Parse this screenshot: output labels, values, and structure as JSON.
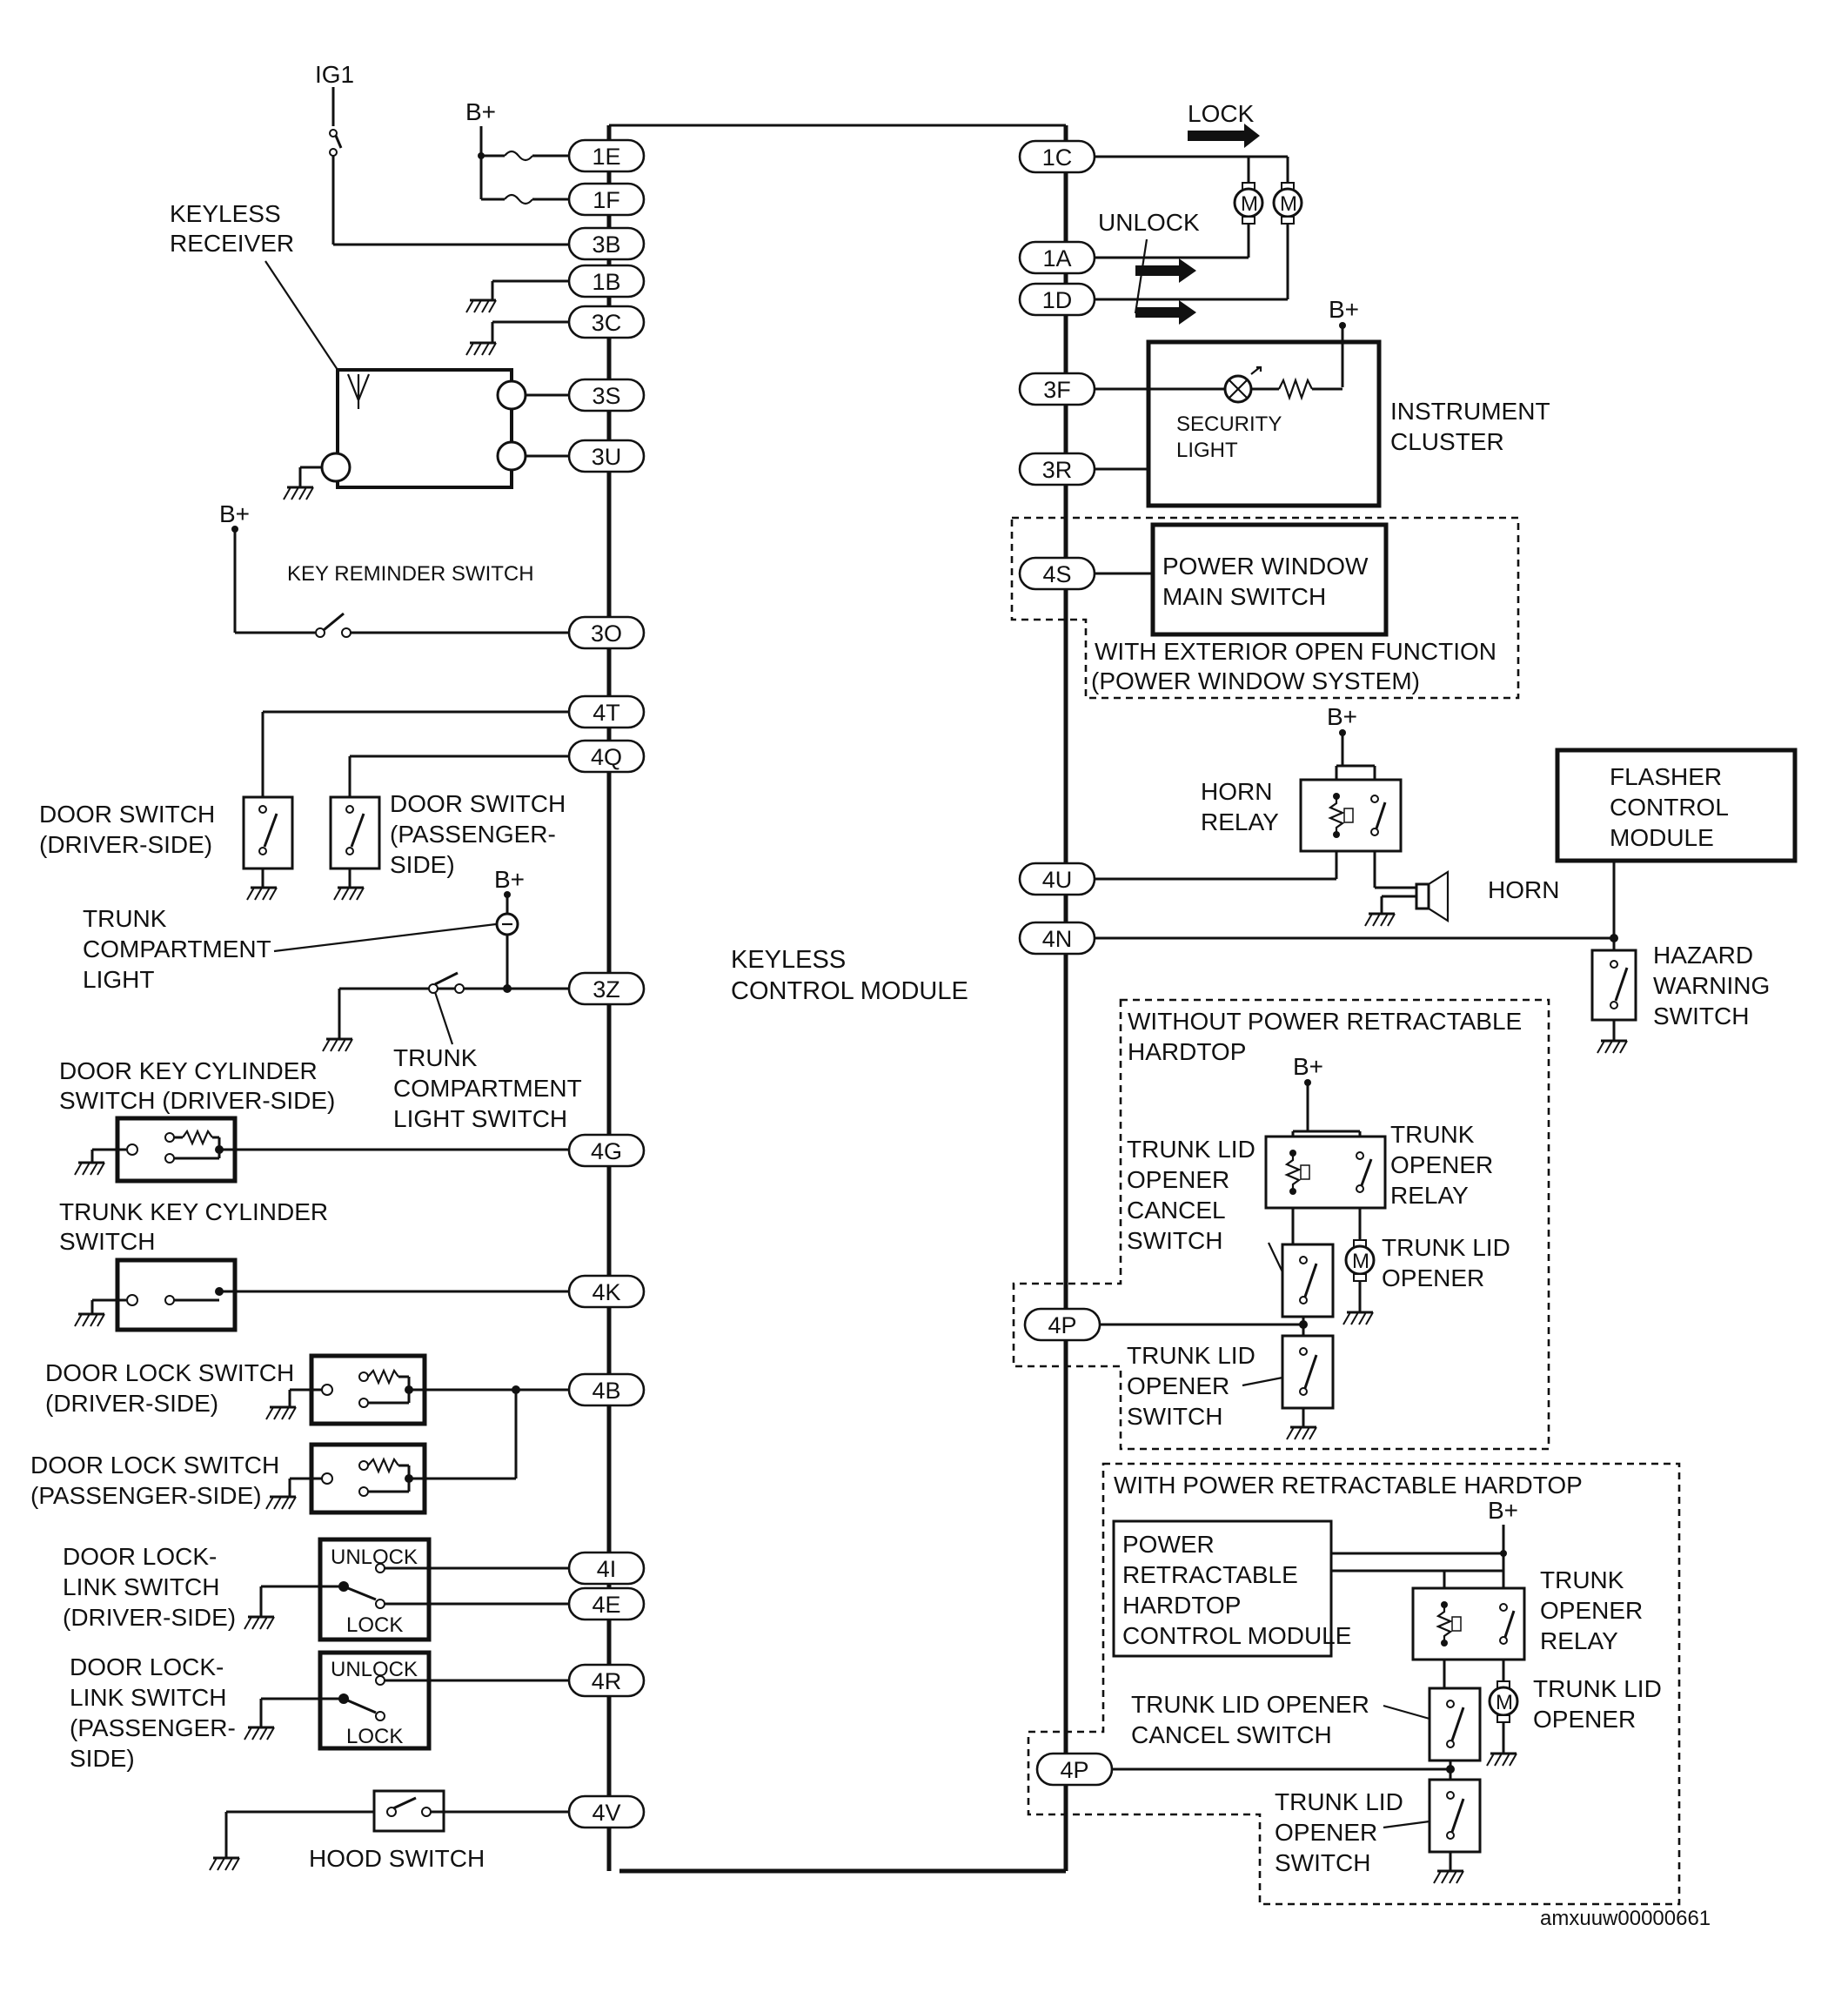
{
  "module": {
    "label_line1": "KEYLESS",
    "label_line2": "CONTROL MODULE"
  },
  "pins_left": {
    "p1E": "1E",
    "p1F": "1F",
    "p3B": "3B",
    "p1B": "1B",
    "p3C": "3C",
    "p3S": "3S",
    "p3U": "3U",
    "p3O": "3O",
    "p4T": "4T",
    "p4Q": "4Q",
    "p3Z": "3Z",
    "p4G": "4G",
    "p4K": "4K",
    "p4B": "4B",
    "p4I": "4I",
    "p4E": "4E",
    "p4R": "4R",
    "p4V": "4V"
  },
  "pins_right": {
    "p1C": "1C",
    "p1A": "1A",
    "p1D": "1D",
    "p3F": "3F",
    "p3R": "3R",
    "p4S": "4S",
    "p4U": "4U",
    "p4N": "4N",
    "p4P_a": "4P",
    "p4P_b": "4P"
  },
  "power": {
    "ig1": "IG1",
    "bplus": "B+"
  },
  "motor_symbol": "M",
  "left_labels": {
    "keyless_receiver": [
      "KEYLESS",
      "RECEIVER"
    ],
    "key_reminder_switch": "KEY REMINDER SWITCH",
    "door_switch_driver": [
      "DOOR SWITCH",
      "(DRIVER-SIDE)"
    ],
    "door_switch_passenger": [
      "DOOR SWITCH",
      "(PASSENGER-",
      "SIDE)"
    ],
    "trunk_compartment_light": [
      "TRUNK",
      "COMPARTMENT",
      "LIGHT"
    ],
    "trunk_compartment_light_switch": [
      "TRUNK",
      "COMPARTMENT",
      "LIGHT SWITCH"
    ],
    "door_key_cylinder_switch": [
      "DOOR KEY CYLINDER",
      "SWITCH (DRIVER-SIDE)"
    ],
    "trunk_key_cylinder_switch": [
      "TRUNK KEY CYLINDER",
      "SWITCH"
    ],
    "door_lock_switch_driver": [
      "DOOR LOCK SWITCH",
      "(DRIVER-SIDE)"
    ],
    "door_lock_switch_passenger": [
      "DOOR LOCK SWITCH",
      "(PASSENGER-SIDE)"
    ],
    "door_lock_link_driver": [
      "DOOR LOCK-",
      "LINK SWITCH",
      "(DRIVER-SIDE)"
    ],
    "door_lock_link_passenger": [
      "DOOR LOCK-",
      "LINK SWITCH",
      "(PASSENGER-",
      "SIDE)"
    ],
    "unlock": "UNLOCK",
    "lock": "LOCK",
    "hood_switch": "HOOD SWITCH"
  },
  "right_labels": {
    "lock": "LOCK",
    "unlock": "UNLOCK",
    "security_light": [
      "SECURITY",
      "LIGHT"
    ],
    "instrument_cluster": [
      "INSTRUMENT",
      "CLUSTER"
    ],
    "power_window_main_switch": [
      "POWER WINDOW",
      "MAIN SWITCH"
    ],
    "with_exterior_open": [
      "WITH EXTERIOR OPEN FUNCTION",
      "(POWER WINDOW SYSTEM)"
    ],
    "horn_relay": [
      "HORN",
      "RELAY"
    ],
    "horn": "HORN",
    "flasher_control_module": [
      "FLASHER",
      "CONTROL",
      "MODULE"
    ],
    "hazard_warning_switch": [
      "HAZARD",
      "WARNING",
      "SWITCH"
    ],
    "without_prh": [
      "WITHOUT POWER RETRACTABLE",
      "HARDTOP"
    ],
    "trunk_lid_opener_cancel_switch": [
      "TRUNK LID",
      "OPENER",
      "CANCEL",
      "SWITCH"
    ],
    "trunk_opener_relay": [
      "TRUNK",
      "OPENER",
      "RELAY"
    ],
    "trunk_lid_opener": [
      "TRUNK LID",
      "OPENER"
    ],
    "trunk_lid_opener_switch": [
      "TRUNK LID",
      "OPENER",
      "SWITCH"
    ],
    "with_prh": "WITH POWER RETRACTABLE HARDTOP",
    "prh_control_module": [
      "POWER",
      "RETRACTABLE",
      "HARDTOP",
      "CONTROL MODULE"
    ],
    "trunk_lid_opener_cancel_switch_2": [
      "TRUNK LID OPENER",
      "CANCEL SWITCH"
    ],
    "trunk_opener_relay_2": [
      "TRUNK",
      "OPENER",
      "RELAY"
    ],
    "trunk_lid_opener_2": [
      "TRUNK LID",
      "OPENER"
    ],
    "trunk_lid_opener_switch_2": [
      "TRUNK LID",
      "OPENER",
      "SWITCH"
    ]
  },
  "code": "amxuuw00000661"
}
